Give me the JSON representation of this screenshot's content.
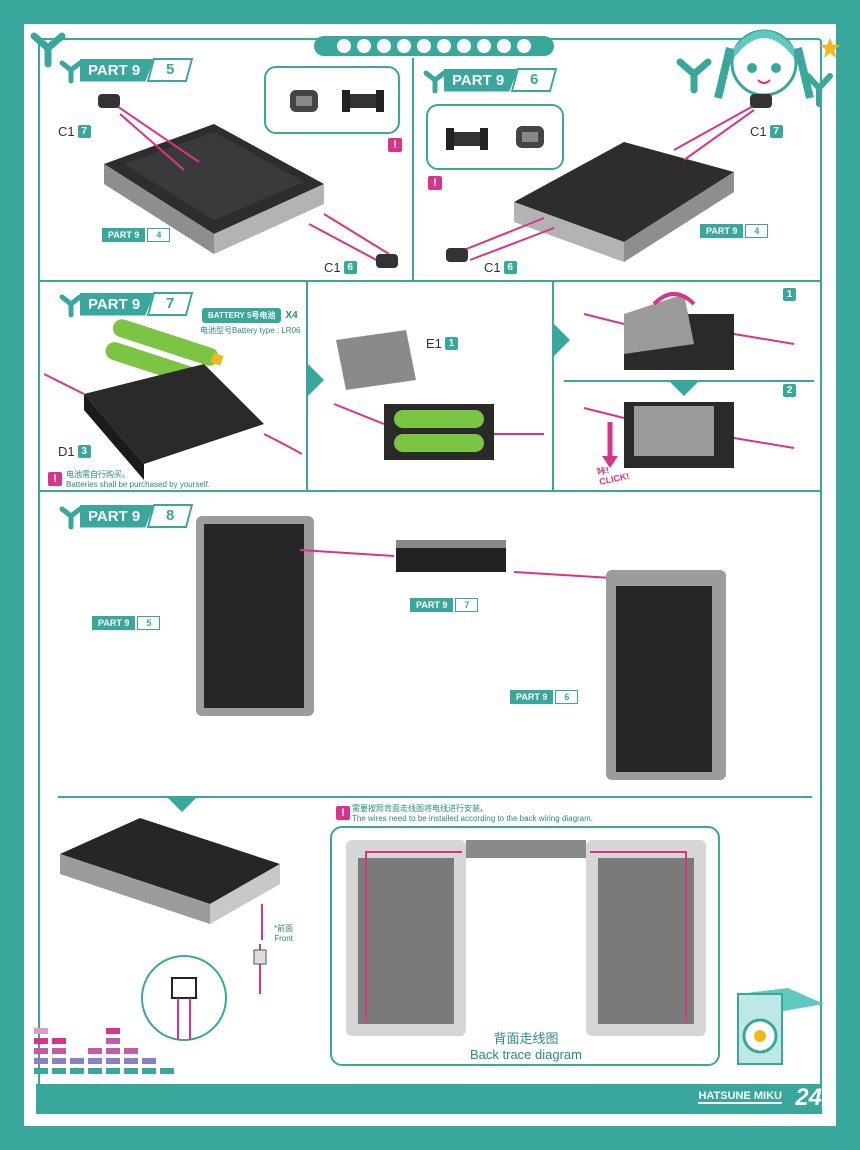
{
  "colors": {
    "accent": "#3aa79c",
    "pink": "#d9338a"
  },
  "steps": {
    "s5": {
      "part": "PART 9",
      "num": "5",
      "c1_top": "C1",
      "c1_top_n": "7",
      "c1_bottom": "C1",
      "c1_bottom_n": "6",
      "ref_part": "PART 9",
      "ref_num": "4",
      "warn": "!"
    },
    "s6": {
      "part": "PART 9",
      "num": "6",
      "c1_top": "C1",
      "c1_top_n": "7",
      "c1_bottom": "C1",
      "c1_bottom_n": "6",
      "ref_part": "PART 9",
      "ref_num": "4",
      "warn": "!"
    },
    "s7": {
      "part": "PART 9",
      "num": "7",
      "battery_label": "BATTERY 5号电池",
      "battery_count": "X4",
      "battery_type": "电池型号Battery type : LR06",
      "d1": "D1",
      "d1_n": "3",
      "e1": "E1",
      "e1_n": "1",
      "warn": "!",
      "note_cn": "电池需自行购买。",
      "note_en": "Batteries shall be purchased by yourself.",
      "sub1": "1",
      "sub2": "2",
      "click_cn": "咔!",
      "click_en": "CLICK!"
    },
    "s8": {
      "part": "PART 9",
      "num": "8",
      "ref5_part": "PART 9",
      "ref5_num": "5",
      "ref7_part": "PART 9",
      "ref7_num": "7",
      "ref6_part": "PART 9",
      "ref6_num": "6",
      "warn": "!",
      "note_cn": "需要按照背面走线图将电线进行安装。",
      "note_en": "The wires need to be installed according to the back wiring diagram.",
      "front_cn": "*前面",
      "front_en": "Front",
      "trace_cn": "背面走线图",
      "trace_en": "Back trace diagram"
    }
  },
  "footer": {
    "brand": "HATSUNE MIKU",
    "page": "24"
  }
}
